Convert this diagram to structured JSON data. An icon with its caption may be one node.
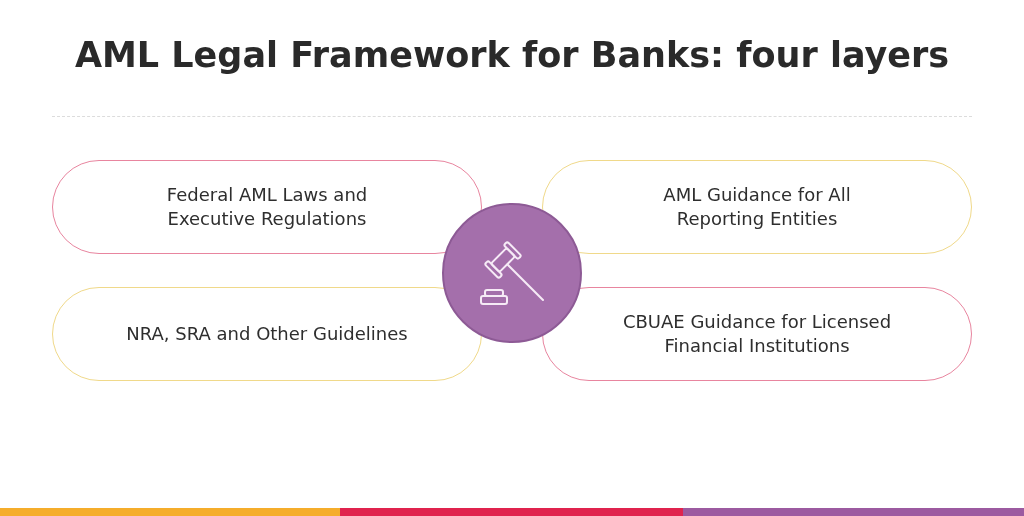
{
  "diagram": {
    "title": "AML Legal Framework for Banks: four layers",
    "nodes": [
      {
        "text": [
          "Federal AML Laws and Executive Regulations"
        ]
      },
      {
        "text": [
          "AML Guidance for All Reporting Entities"
        ]
      },
      {
        "text": [],
        "shape": "circle"
      },
      {
        "text": [
          "NRA, SRA and Other Guidelines"
        ]
      },
      {
        "text": [
          "CBUAE Guidance for Licensed Financial Institutions"
        ]
      }
    ]
  }
}
